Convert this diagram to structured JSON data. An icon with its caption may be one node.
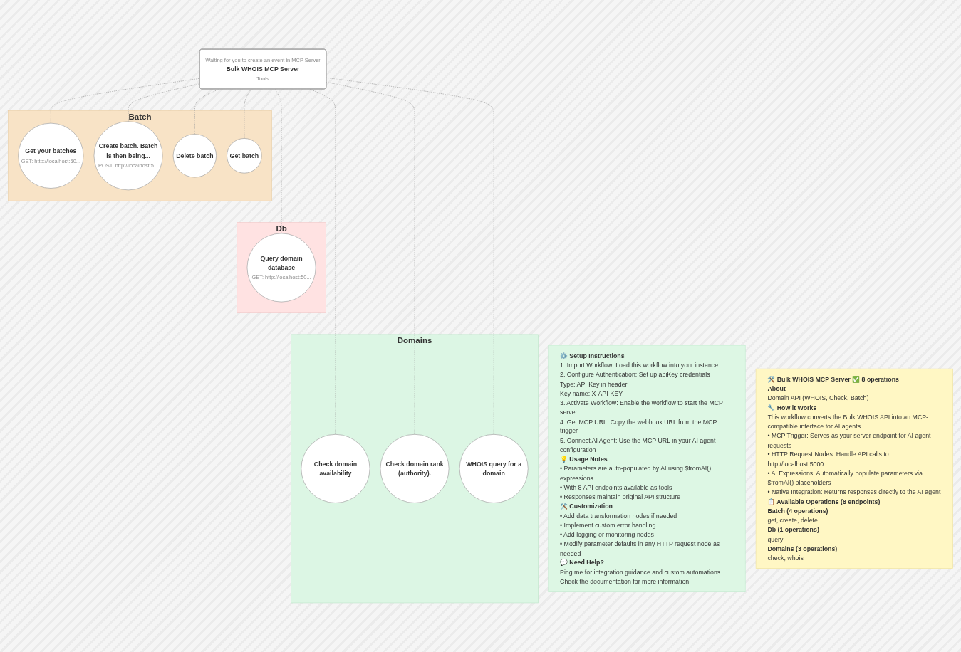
{
  "diagram": {
    "nodes": [
      {
        "text": [
          "⚙️ Setup Instructions",
          "1. Import Workflow: Load this workflow into your instance",
          "2. Configure Authentication: Set up apiKey credentials",
          "Type: API Key in header",
          "Key name: X-API-KEY",
          "3. Activate Workflow: Enable the workflow to start the MCP server",
          "4. Get MCP URL: Copy the webhook URL from the MCP trigger",
          "5. Connect AI Agent: Use the MCP URL in your AI agent configuration",
          "💡 Usage Notes",
          "• Parameters are auto-populated by AI using $fromAI() expressions",
          "• With 8 API endpoints available as tools",
          "• Responses maintain original API structure",
          "🛠️ Customization",
          "• Add data transformation nodes if needed",
          "• Implement custom error handling",
          "• Add logging or monitoring nodes",
          "• Modify parameter defaults in any HTTP request node as needed",
          "💬 Need Help?",
          "Ping me for integration guidance and custom automations. Check the documentation for more information."
        ]
      },
      {
        "text": [
          "🛠️ Bulk WHOIS MCP Server ✅ 8 operations",
          "About",
          "Domain API (WHOIS, Check, Batch)",
          "🔧 How it Works",
          "This workflow converts the Bulk WHOIS API into an MCP-compatible interface for AI agents.",
          "• MCP Trigger: Serves as your server endpoint for AI agent requests",
          "• HTTP Request Nodes: Handle API calls to http://localhost:5000",
          "• AI Expressions: Automatically populate parameters via $fromAI() placeholders",
          "• Native Integration: Returns responses directly to the AI agent",
          "📋 Available Operations (8 endpoints)",
          "Batch (4 operations)",
          "get, create, delete",
          "Db (1 operations)",
          "query",
          "Domains (3 operations)",
          "check, whois"
        ]
      },
      {
        "text": [
          "Waiting for you to create an event in MCP Server",
          "Bulk WHOIS MCP Server",
          "Tools"
        ]
      },
      {
        "text": [
          "Batch"
        ]
      },
      {
        "text": [
          "Get your batches",
          "GET: http://localhost:50..."
        ],
        "in": 3
      },
      {
        "text": [
          "Create batch. Batch is then being...",
          "POST: http://localhost:5..."
        ],
        "in": 3
      },
      {
        "text": [
          "Delete batch"
        ],
        "in": 3
      },
      {
        "text": [
          "Get batch"
        ],
        "in": 3
      },
      {
        "text": [
          "Db"
        ]
      },
      {
        "text": [
          "Query domain database",
          "GET: http://localhost:50..."
        ],
        "in": 8
      },
      {
        "text": [
          "Domains"
        ]
      },
      {
        "text": [
          "Check domain availability"
        ],
        "in": 10
      },
      {
        "text": [
          "Check domain rank (authority)."
        ],
        "in": 10
      },
      {
        "text": [
          "WHOIS query for a domain"
        ],
        "in": 10
      }
    ],
    "edges": [
      {
        "from": 4,
        "to": 2,
        "arrow": "none",
        "style": "dashed"
      },
      {
        "from": 5,
        "to": 2,
        "arrow": "none",
        "style": "dashed"
      },
      {
        "from": 6,
        "to": 2,
        "arrow": "none",
        "style": "dashed"
      },
      {
        "from": 7,
        "to": 2,
        "arrow": "none",
        "style": "dashed"
      },
      {
        "from": 9,
        "to": 2,
        "arrow": "none",
        "style": "dashed"
      },
      {
        "from": 11,
        "to": 2,
        "arrow": "none",
        "style": "dashed"
      },
      {
        "from": 12,
        "to": 2,
        "arrow": "none",
        "style": "dashed"
      },
      {
        "from": 13,
        "to": 2,
        "arrow": "none",
        "style": "dashed"
      }
    ]
  }
}
